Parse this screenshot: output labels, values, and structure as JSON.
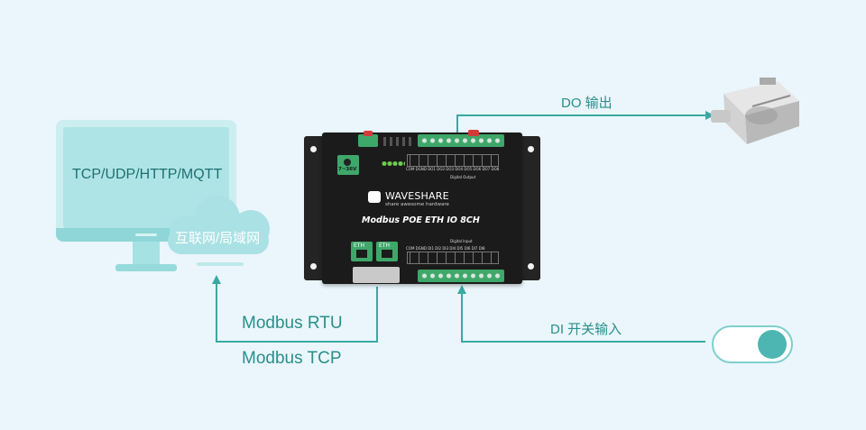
{
  "monitor": {
    "protocols": "TCP/UDP/HTTP/MQTT"
  },
  "cloud": {
    "label": "互联网/局域网"
  },
  "links": {
    "do_output": "DO 输出",
    "di_input": "DI 开关输入",
    "modbus_rtu": "Modbus RTU",
    "modbus_tcp": "Modbus TCP"
  },
  "device": {
    "brand": "WAVESHARE",
    "tagline": "share awesome hardware",
    "model": "Modbus POE ETH IO 8CH",
    "power": "7~36V",
    "eth1": "ETH",
    "eth2": "ETH",
    "do_title": "Digital Output",
    "di_title": "Digital Input",
    "do_pins": "COM DGND DO1 DO2 DO3 DO4 DO5 DO6 DO7 DO8",
    "di_pins": "COM DGND DI1 DI2 DI3 DI4 DI5 DI6 DI7 DI8"
  },
  "colors": {
    "accent": "#4db6b2",
    "line": "#3aa9a4",
    "screen": "#aee4e6",
    "panel": "#1c1c1c",
    "terminal": "#3ea76a"
  }
}
